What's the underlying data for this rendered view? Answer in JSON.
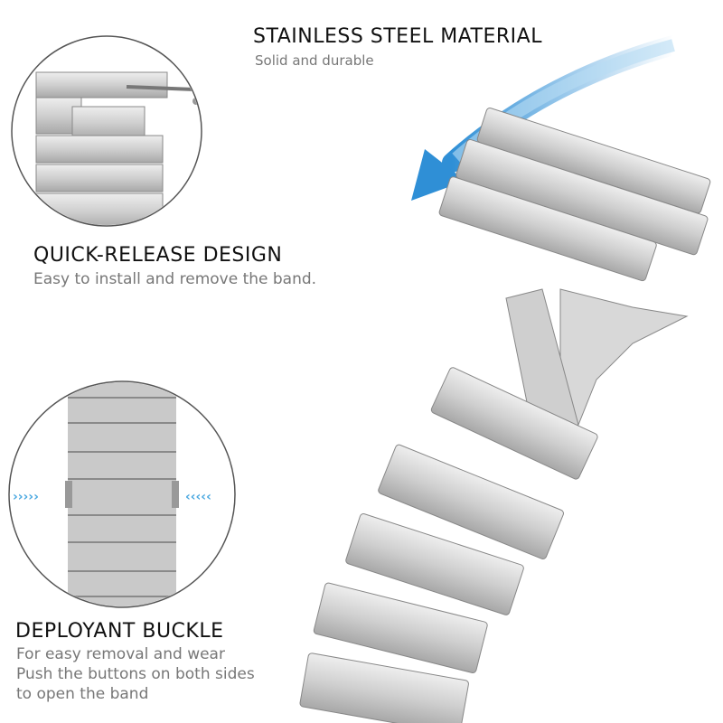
{
  "features": [
    {
      "title": "STAINLESS STEEL MATERIAL",
      "lines": [
        "Solid and durable"
      ]
    },
    {
      "title": "QUICK-RELEASE DESIGN",
      "lines": [
        "Easy to install and remove the band."
      ]
    },
    {
      "title": "DEPLOYANT BUCKLE",
      "lines": [
        "For easy removal and wear",
        "Push the buttons on both sides",
        "to open the band"
      ]
    }
  ],
  "colors": {
    "arrow": "#3a9ad9",
    "steel": "#d4d4d4",
    "steel_dark": "#9a9a9a",
    "title": "#111111",
    "subtitle": "#777777"
  }
}
